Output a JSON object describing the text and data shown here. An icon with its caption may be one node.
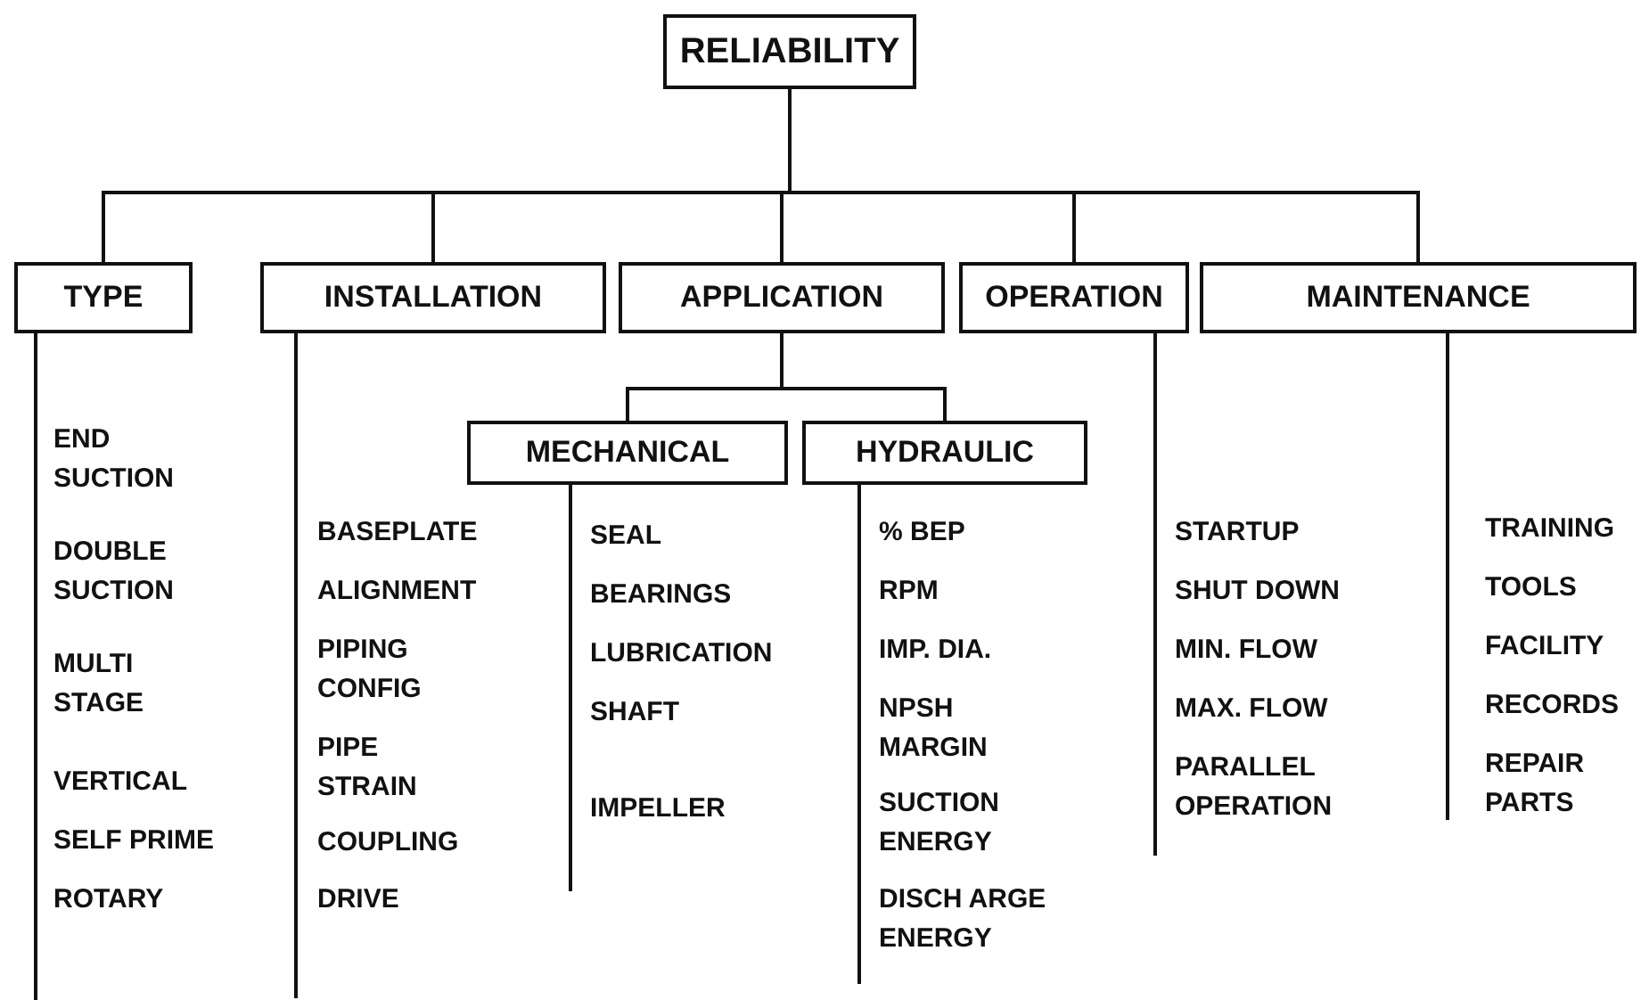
{
  "diagram": {
    "nodes": [
      {
        "text": [
          "RELIABILITY"
        ]
      },
      {
        "text": [
          "TYPE"
        ],
        "beside": [
          "END SUCTION",
          "DOUBLE SUCTION",
          "MULTI STAGE",
          "VERTICAL",
          "SELF PRIME",
          "ROTARY"
        ]
      },
      {
        "text": [
          "INSTALLATION"
        ],
        "beside": [
          "BASEPLATE",
          "ALIGNMENT",
          "PIPING CONFIG",
          "PIPE STRAIN",
          "COUPLING",
          "DRIVE"
        ]
      },
      {
        "text": [
          "APPLICATION"
        ]
      },
      {
        "text": [
          "OPERATION"
        ],
        "beside": [
          "STARTUP",
          "SHUT DOWN",
          "MIN. FLOW",
          "MAX. FLOW",
          "PARALLEL OPERATION"
        ]
      },
      {
        "text": [
          "MAINTENANCE"
        ],
        "beside": [
          "TRAINING",
          "TOOLS",
          "FACILITY",
          "RECORDS",
          "REPAIR PARTS"
        ]
      },
      {
        "text": [
          "MECHANICAL"
        ],
        "beside": [
          "SEAL",
          "BEARINGS",
          "LUBRICATION",
          "SHAFT",
          "IMPELLER"
        ]
      },
      {
        "text": [
          "HYDRAULIC"
        ],
        "beside": [
          "% BEP",
          "RPM",
          "IMP. DIA.",
          "NPSH MARGIN",
          "SUCTION ENERGY",
          "DISCH ARGE ENERGY"
        ]
      }
    ],
    "edges": [
      {
        "from": 0,
        "to": 1,
        "arrow": "none"
      },
      {
        "from": 0,
        "to": 2,
        "arrow": "none"
      },
      {
        "from": 0,
        "to": 3,
        "arrow": "none"
      },
      {
        "from": 0,
        "to": 4,
        "arrow": "none"
      },
      {
        "from": 0,
        "to": 5,
        "arrow": "none"
      },
      {
        "from": 3,
        "to": 6,
        "arrow": "none"
      },
      {
        "from": 3,
        "to": 7,
        "arrow": "none"
      }
    ]
  }
}
